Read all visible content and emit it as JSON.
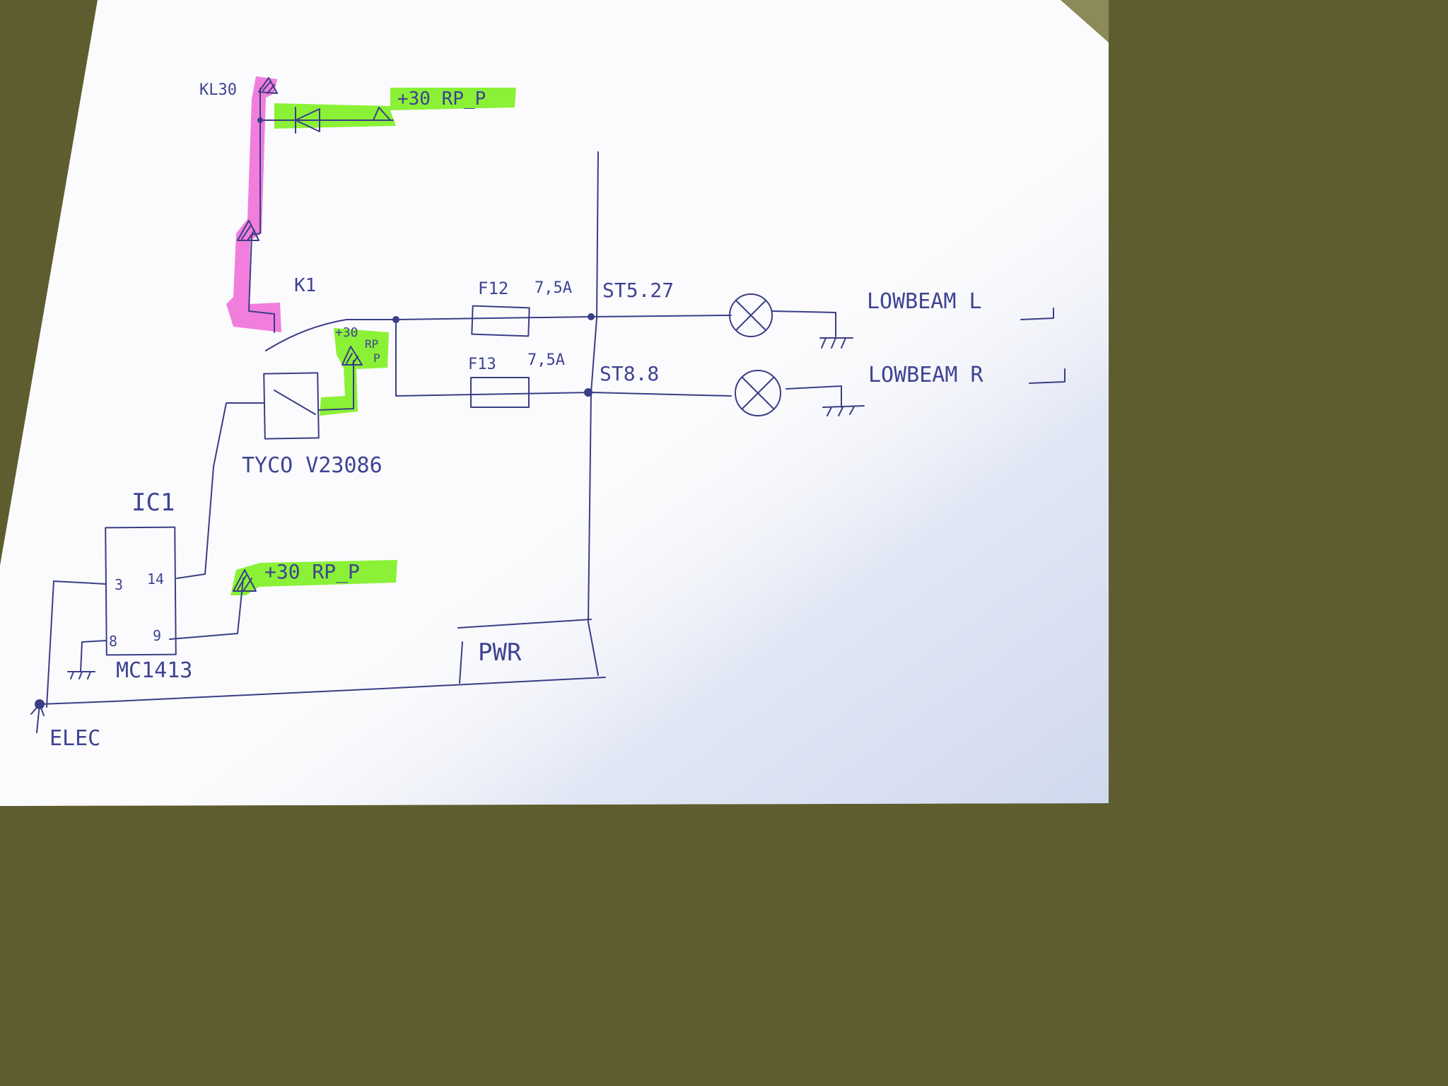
{
  "labels": {
    "kl30": "KL30",
    "plus30_top": "+30 RP_P",
    "k1": "K1",
    "f12": "F12",
    "f12_rating": "7,5A",
    "f13": "F13",
    "f13_rating": "7,5A",
    "st5_27": "ST5.27",
    "st8_8": "ST8.8",
    "lowbeam_l": "LOWBEAM L",
    "lowbeam_r": "LOWBEAM R",
    "plus30_relay_a": "+30",
    "plus30_relay_b": "RP",
    "plus30_relay_c": "P",
    "tyco": "TYCO V23086",
    "ic1": "IC1",
    "pin3": "3",
    "pin14": "14",
    "pin8": "8",
    "pin9": "9",
    "mc1413": "MC1413",
    "plus30_bottom": "+30 RP_P",
    "pwr": "PWR",
    "elec": "ELEC"
  },
  "colors": {
    "ink": "#3a3e86",
    "paper": "#fbfbfd",
    "background": "#5e5d30",
    "highlight_green": "#7df021",
    "highlight_pink": "#f070d8"
  }
}
